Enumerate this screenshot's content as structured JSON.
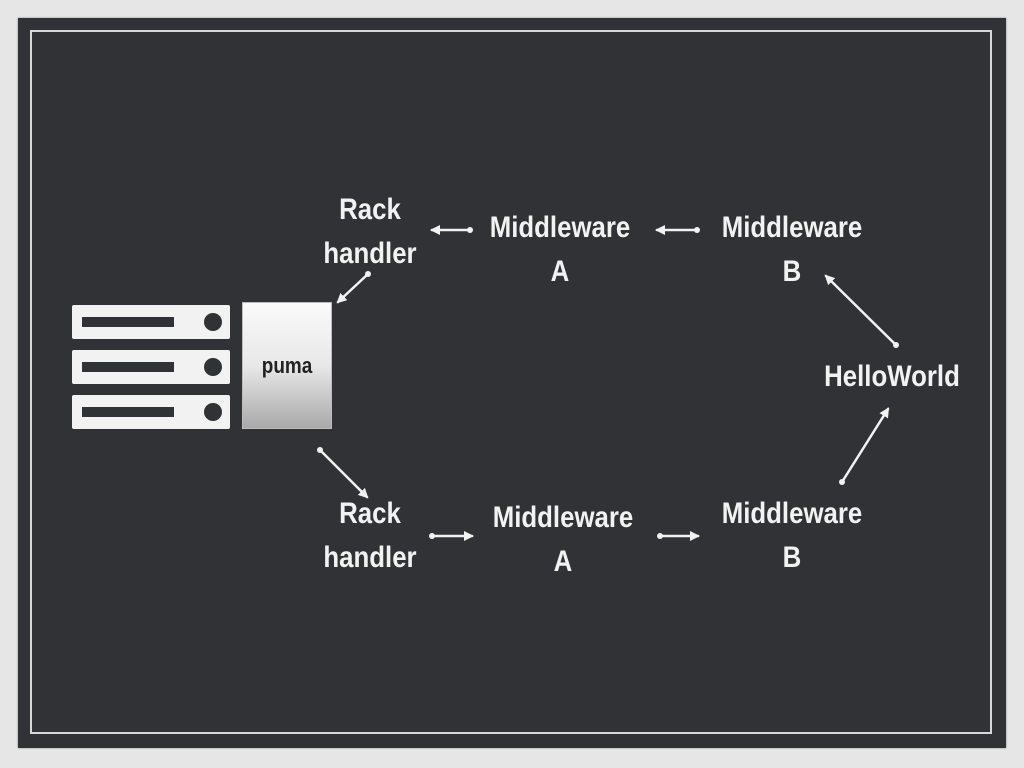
{
  "diagram": {
    "server_label": "puma",
    "top_row": {
      "rack_handler": [
        "Rack",
        "handler"
      ],
      "middleware_a": [
        "Middleware",
        "A"
      ],
      "middleware_b": [
        "Middleware",
        "B"
      ]
    },
    "app": "HelloWorld",
    "bottom_row": {
      "rack_handler": [
        "Rack",
        "handler"
      ],
      "middleware_a": [
        "Middleware",
        "A"
      ],
      "middleware_b": [
        "Middleware",
        "B"
      ]
    }
  }
}
